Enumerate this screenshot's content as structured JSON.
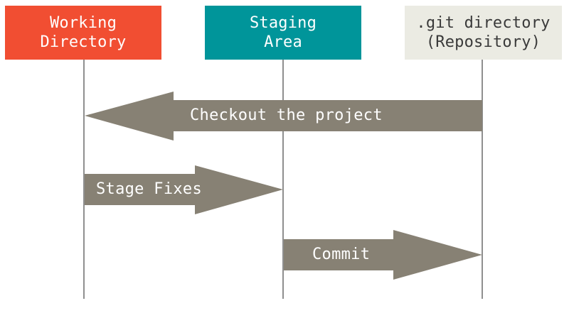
{
  "boxes": {
    "working": {
      "line1": "Working",
      "line2": "Directory",
      "color": "#f14e32"
    },
    "staging": {
      "line1": "Staging",
      "line2": "Area",
      "color": "#00959a"
    },
    "repo": {
      "line1": ".git directory",
      "line2": "(Repository)",
      "color": "#ebebe3"
    }
  },
  "arrows": {
    "checkout": {
      "label": "Checkout the project",
      "from": "repo",
      "to": "working"
    },
    "stage": {
      "label": "Stage Fixes",
      "from": "working",
      "to": "staging"
    },
    "commit": {
      "label": "Commit",
      "from": "staging",
      "to": "repo"
    }
  },
  "colors": {
    "arrow_fill": "#878174",
    "lifeline": "#8f8f8f"
  }
}
